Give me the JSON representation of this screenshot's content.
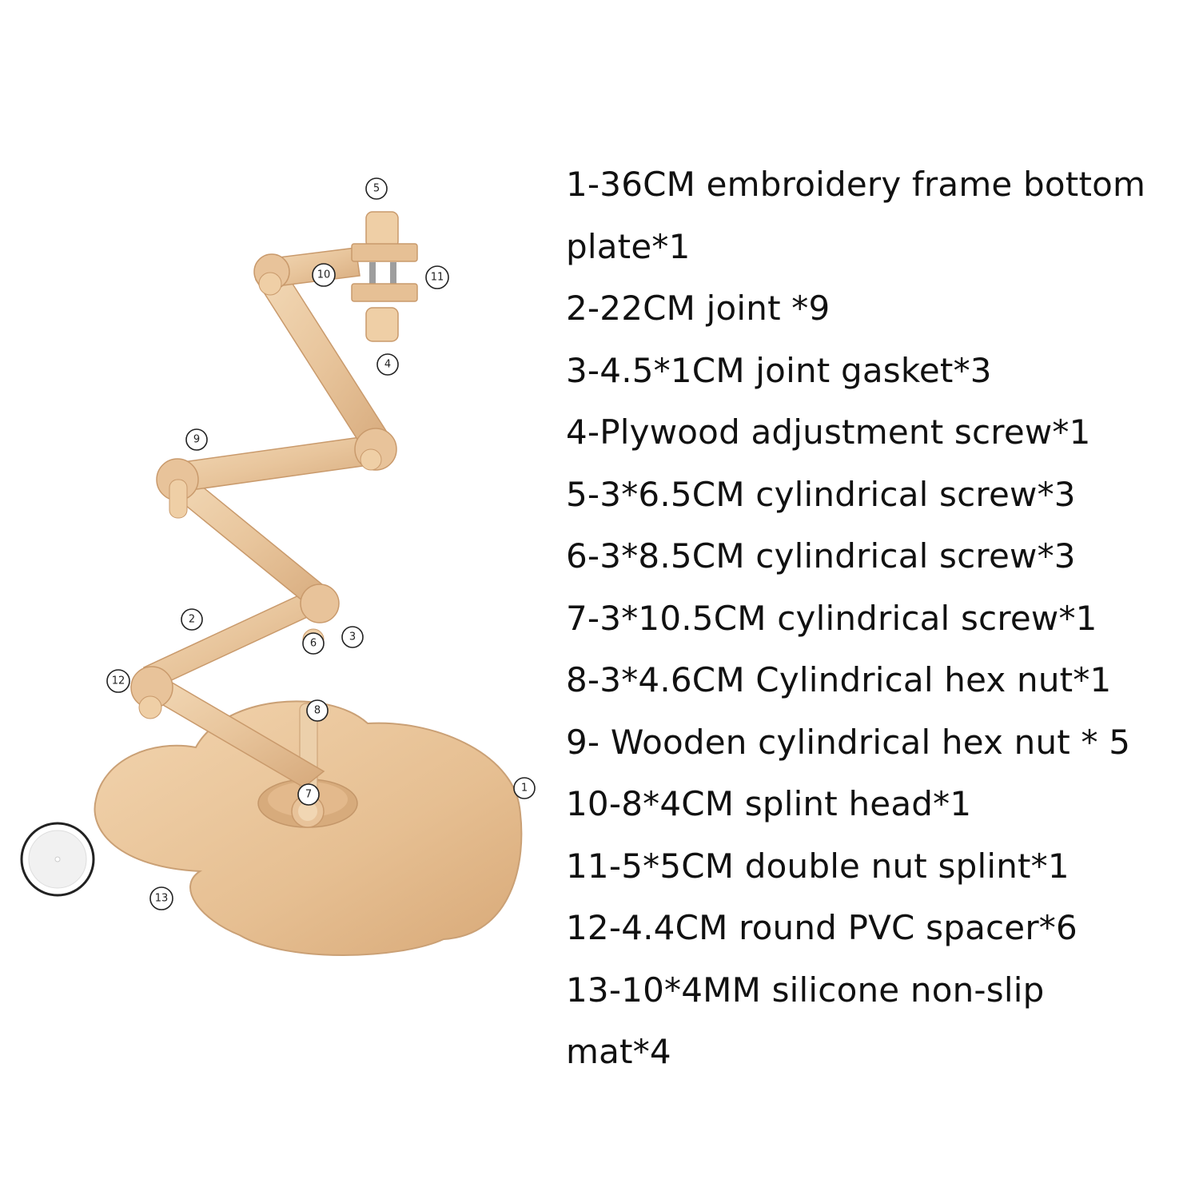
{
  "parts_list": [
    "1-36CM embroidery frame bottom",
    "plate*1",
    "2-22CM joint *9",
    "3-4.5*1CM joint gasket*3",
    "4-Plywood adjustment screw*1",
    "5-3*6.5CM cylindrical screw*3",
    "6-3*8.5CM cylindrical screw*3",
    "7-3*10.5CM cylindrical screw*1",
    "8-3*4.6CM Cylindrical hex nut*1",
    "9- Wooden cylindrical hex nut * 5",
    "10-8*4CM splint head*1",
    "11-5*5CM double nut splint*1",
    "12-4.4CM round PVC spacer*6",
    "13-10*4MM silicone non-slip",
    "mat*4"
  ],
  "callouts": [
    "1",
    "2",
    "3",
    "4",
    "5",
    "6",
    "7",
    "8",
    "9",
    "10",
    "11",
    "12",
    "13"
  ],
  "colors": {
    "wood_light": "#f0d2ad",
    "wood_mid": "#e4bd91",
    "wood_dark": "#c99a6c",
    "background": "#ffffff",
    "text": "#111111"
  }
}
